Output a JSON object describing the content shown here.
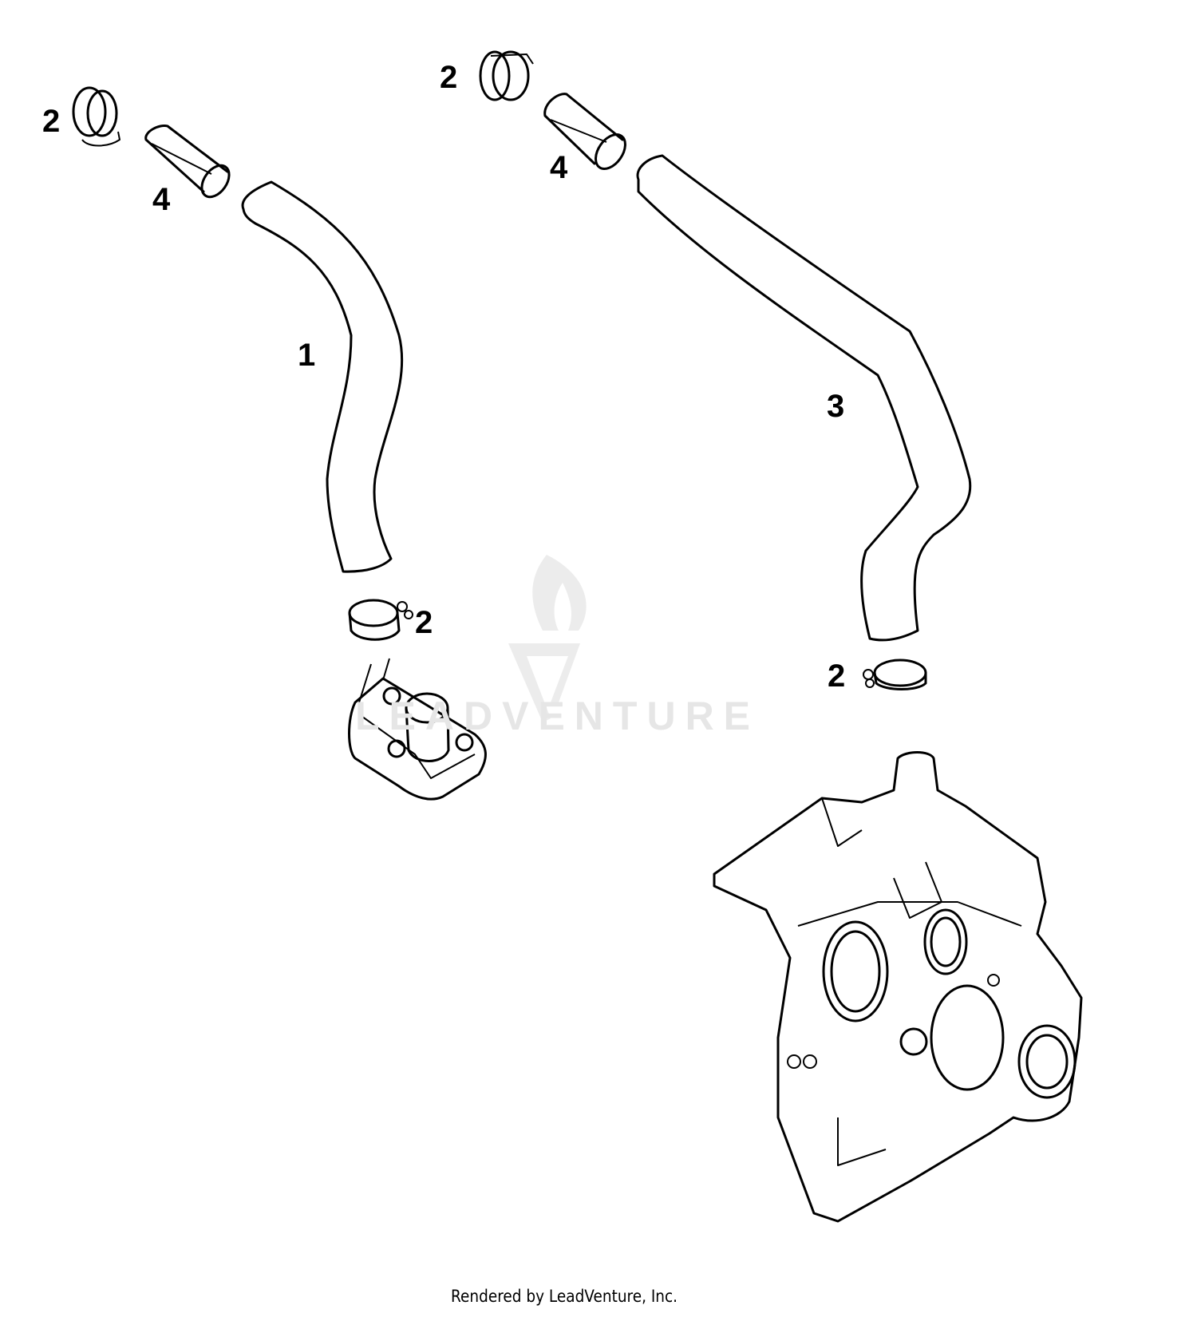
{
  "diagram": {
    "callouts": [
      {
        "id": "c1",
        "label": "1"
      },
      {
        "id": "c2a",
        "label": "2"
      },
      {
        "id": "c2b",
        "label": "2"
      },
      {
        "id": "c2c",
        "label": "2"
      },
      {
        "id": "c2d",
        "label": "2"
      },
      {
        "id": "c3",
        "label": "3"
      },
      {
        "id": "c4a",
        "label": "4"
      },
      {
        "id": "c4b",
        "label": "4"
      }
    ],
    "watermark": "LEADVENTURE",
    "footer": "Rendered by LeadVenture, Inc.",
    "colors": {
      "line": "#000000",
      "watermark": "#ececec"
    }
  }
}
